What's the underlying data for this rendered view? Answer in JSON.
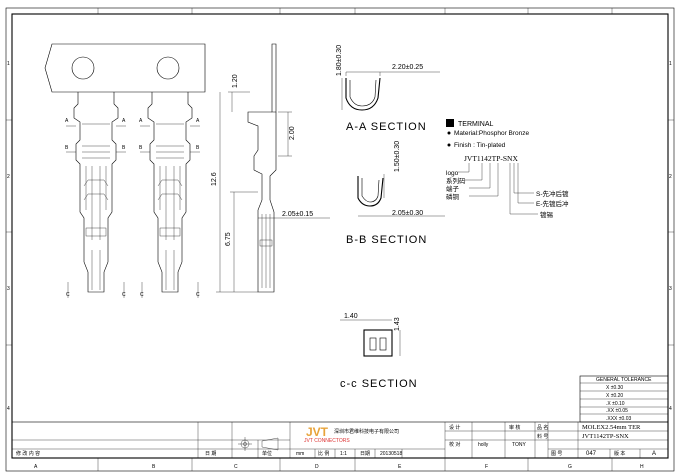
{
  "sections": {
    "aa": "A-A SECTION",
    "bb": "B-B SECTION",
    "cc": "c-c SECTION"
  },
  "dimensions": {
    "aa_height": "1.80±0.30",
    "aa_width": "2.20±0.25",
    "bb_height": "1.50±0.30",
    "bb_width": "2.05±0.30",
    "side_top": "1.20",
    "side_mid": "2.00",
    "side_total": "12.6",
    "side_lower": "6.75",
    "side_width": "2.05±0.15",
    "cc_width": "1.40",
    "cc_height": "1.43"
  },
  "notes": {
    "terminal": "TERMINAL",
    "material": "Material:Phosphor Bronze",
    "finish": "Finish : Tin-plated",
    "part_code": "JVT1142TP-SNX",
    "legend_left": [
      "logo",
      "系列码",
      "端子",
      "磷铜"
    ],
    "legend_right": [
      "S-先冲后镀",
      "E-先镀后冲",
      "镀锡"
    ]
  },
  "cut_labels": {
    "a": "A",
    "b": "B",
    "c": "C"
  },
  "grid": {
    "columns": [
      "A",
      "B",
      "C",
      "D",
      "E",
      "F",
      "G",
      "H"
    ],
    "rows": [
      "1",
      "2",
      "3",
      "4"
    ]
  },
  "tolerance": {
    "title": "GENERAL TOLERANCE",
    "rows": [
      "X  ±0.30",
      "X  ±0.20",
      ".X  ±0.10",
      ".XX  ±0.05",
      ".XXX  ±0.03"
    ]
  },
  "title_block": {
    "logo": "JVT",
    "logo_sub": "JVT CONNECTORS",
    "company": "深圳市君维科技电子有限公司",
    "title": "MOLEX2.54mm TER",
    "drawing_no": "JVT1142TP-SNX",
    "page": "047",
    "revision": "A",
    "units": "mm",
    "scale": "1:1",
    "date": "20130518",
    "designer": "holly",
    "checker": "TONY",
    "labels": {
      "design": "设 计",
      "check": "校 对",
      "approve": "审 核",
      "drawing_name": "品 名",
      "drawing_code": "料 号",
      "figure_no": "图 号",
      "version": "版 本",
      "modify": "修 改 内 容",
      "date_label": "日 期",
      "unit": "单位",
      "ratio": "比 例",
      "date2": "日期"
    }
  }
}
